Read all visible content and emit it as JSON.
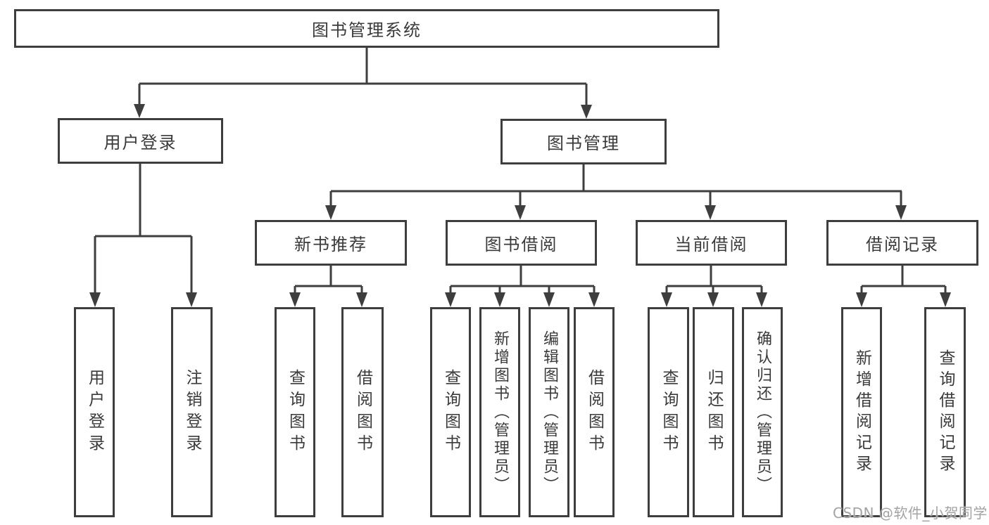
{
  "diagram": {
    "root": "图书管理系统",
    "level2": [
      "用户登录",
      "图书管理"
    ],
    "level3": [
      "新书推荐",
      "图书借阅",
      "当前借阅",
      "借阅记录"
    ],
    "leaves_user_login": [
      "用户登录",
      "注销登录"
    ],
    "leaves_new_book": [
      "查询图书",
      "借阅图书"
    ],
    "leaves_book_borrow": [
      "查询图书",
      "新增图书（管理员）",
      "编辑图书（管理员）",
      "借阅图书"
    ],
    "leaves_current_borrow": [
      "查询图书",
      "归还图书",
      "确认归还（管理员）"
    ],
    "leaves_borrow_record": [
      "新增借阅记录",
      "查询借阅记录"
    ],
    "watermark": "CSDN @软件_小贺同学",
    "colors": {
      "line": "#3e3e3e",
      "text": "#3a3a3a",
      "watermark": "#a3a3a3",
      "background": "#ffffff"
    }
  }
}
